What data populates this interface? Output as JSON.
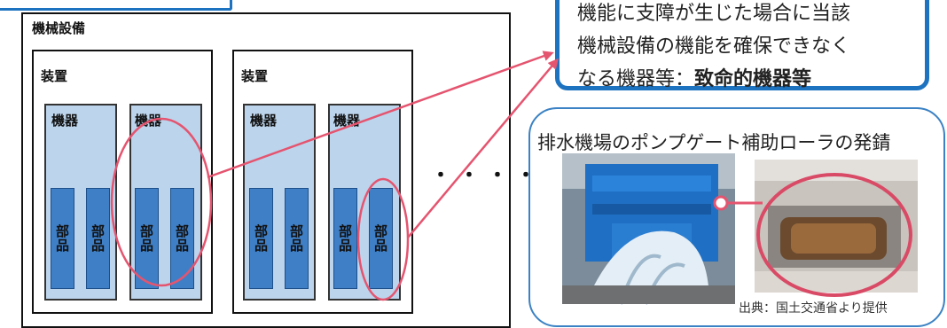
{
  "diagram": {
    "top_tab_fragment": "",
    "outer_title": "機械設備",
    "device_label": "装置",
    "kiki_label": "機器",
    "buhin_label": "部品",
    "ellipsis": "・・・・",
    "callout": {
      "line1": "機能に支障が生じた場合に当該",
      "line2": "機械設備の機能を確保できなく",
      "line3_prefix": "なる機器等：",
      "line3_bold": "致命的機器等"
    },
    "photo": {
      "title": "排水機場のポンプゲート補助ローラの発錆",
      "source": "出典：国土交通省より提供"
    },
    "colors": {
      "blue_border": "#1e73c0",
      "kiki_fill": "#bcd4ec",
      "buhin_fill": "#3f7fc6",
      "arrow": "#e5546f"
    }
  }
}
